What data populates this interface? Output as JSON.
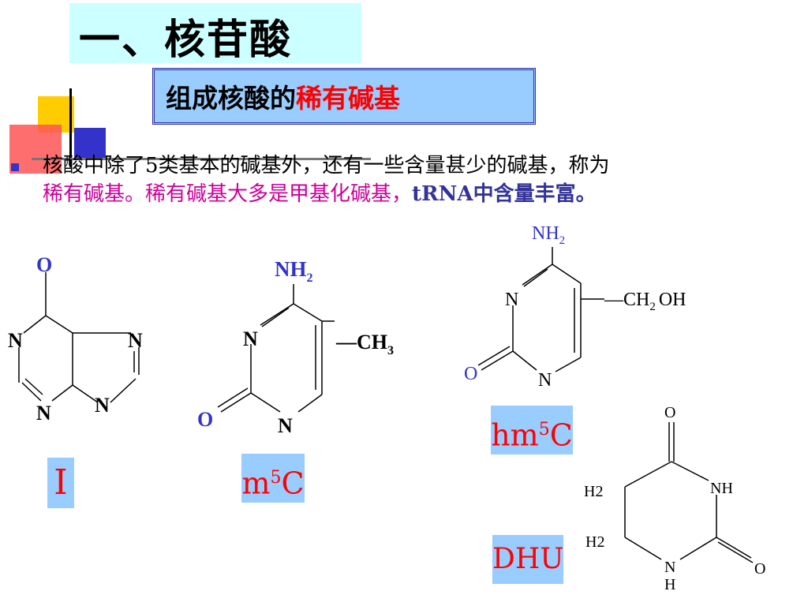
{
  "title": "一、核苷酸",
  "subtitle": {
    "prefix": "组成核酸的",
    "highlight": "稀有碱基"
  },
  "paragraph": {
    "line1": "核酸中除了5类基本的碱基外，还有一些含量甚少的碱基，称为",
    "line2_magenta": "稀有碱基。稀有碱基大多是甲基化碱基，",
    "line2_blue": "tRNA中含量丰富。"
  },
  "molecules": {
    "inosine": {
      "label": "I",
      "atoms": {
        "o": "O",
        "n1": "N",
        "n3": "N",
        "n7": "N",
        "n9": "N"
      }
    },
    "m5c": {
      "label_base": "m",
      "label_sup": "5",
      "label_tail": "C",
      "atoms": {
        "nh": "NH",
        "nh_sub": "2",
        "n3": "N",
        "n1": "N",
        "o": "O",
        "ch": "—CH",
        "ch_sub": "3"
      }
    },
    "hm5c": {
      "label_base": "hm",
      "label_sup": "5",
      "label_tail": "C",
      "atoms": {
        "nh": "NH",
        "nh_sub": "2",
        "n3": "N",
        "n1": "N",
        "o": "O",
        "ch": "—CH",
        "ch_sub": "2",
        "oh": "OH"
      }
    },
    "dhu": {
      "label": "DHU",
      "atoms": {
        "o_top": "O",
        "nh": "NH",
        "o_right": "O",
        "n_bottom": "N",
        "h_bottom": "H",
        "h2_top": "H2",
        "h2_bottom": "H2"
      }
    }
  },
  "colors": {
    "title_bg": "#ccffff",
    "subtitle_bg": "#99ccff",
    "red": "#ff0000",
    "magenta": "#cc0099",
    "atom_blue": "#3333cc"
  }
}
